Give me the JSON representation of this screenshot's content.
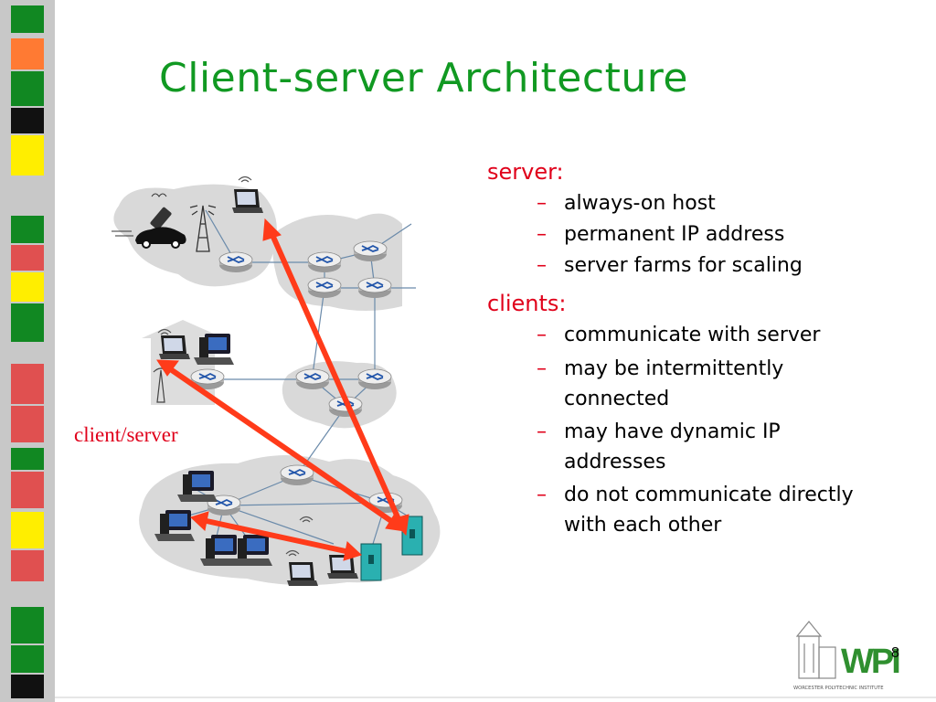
{
  "slide": {
    "title": "Client-server Architecture",
    "diagram_label": "client/server",
    "page_number": "8",
    "logo_text": "WPI",
    "logo_subtext": "WORCESTER POLYTECHNIC INSTITUTE"
  },
  "bullets": {
    "server": {
      "heading": "server:",
      "items": [
        "always-on host",
        "permanent IP address",
        "server farms for scaling"
      ]
    },
    "clients": {
      "heading": "clients:",
      "items": [
        "communicate with server",
        "may be intermittently connected",
        "may have dynamic IP addresses",
        "do not communicate directly with each other"
      ]
    }
  },
  "colors": {
    "title": "#119922",
    "accent_red": "#e0001a",
    "arrow": "#ff3b1a",
    "cloud": "#d9d9d9",
    "stripe_orange": "#ff7a33",
    "stripe_green": "#118822",
    "stripe_yellow": "#ffee00",
    "stripe_red": "#e05050",
    "stripe_black": "#111111"
  },
  "icons": [
    "router-icon",
    "desktop-computer-icon",
    "laptop-icon",
    "server-tower-icon",
    "cell-phone-icon",
    "car-icon",
    "radio-tower-icon",
    "wireless-access-point-icon",
    "house-icon"
  ]
}
